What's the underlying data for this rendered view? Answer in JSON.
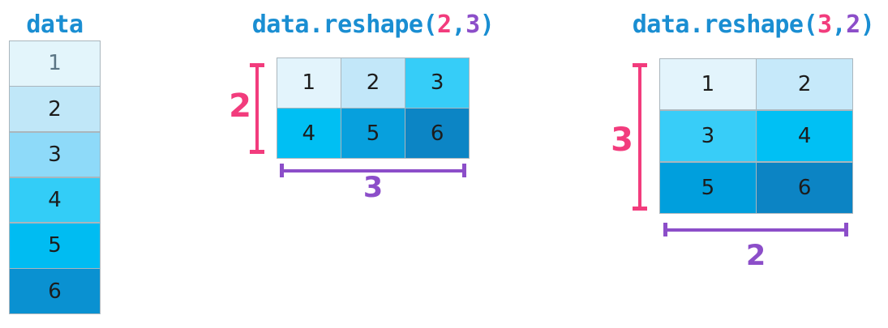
{
  "palette": {
    "title_blue": "#1a8ed2",
    "pink": "#f23c7d",
    "purple": "#8c4ec9",
    "grid_border": "#aab6bd",
    "number_dark": "#1c1c1c",
    "number_muted": "#5b7584",
    "background": "#ffffff"
  },
  "data_array": {
    "title": "data",
    "cells": [
      {
        "value": "1",
        "bg": "#e3f5fb",
        "fg": "#5b7584"
      },
      {
        "value": "2",
        "bg": "#c0e7f8",
        "fg": "#1c1c1c"
      },
      {
        "value": "3",
        "bg": "#8edaf9",
        "fg": "#1c1c1c"
      },
      {
        "value": "4",
        "bg": "#33cdf7",
        "fg": "#1c1c1c"
      },
      {
        "value": "5",
        "bg": "#00bcf2",
        "fg": "#1c1c1c"
      },
      {
        "value": "6",
        "bg": "#0a91d1",
        "fg": "#1c1c1c"
      }
    ]
  },
  "reshape_2x3": {
    "title_parts": [
      {
        "text": "data.reshape(",
        "color": "#1a8ed2"
      },
      {
        "text": "2",
        "color": "#f23c7d"
      },
      {
        "text": ",",
        "color": "#1a8ed2"
      },
      {
        "text": "3",
        "color": "#8c4ec9"
      },
      {
        "text": ")",
        "color": "#1a8ed2"
      }
    ],
    "cells": [
      {
        "value": "1",
        "bg": "#e3f4fc",
        "fg": "#1c1c1c"
      },
      {
        "value": "2",
        "bg": "#c2e7f9",
        "fg": "#1c1c1c"
      },
      {
        "value": "3",
        "bg": "#36cdf8",
        "fg": "#1c1c1c"
      },
      {
        "value": "4",
        "bg": "#00bff3",
        "fg": "#1c1c1c"
      },
      {
        "value": "5",
        "bg": "#07a0dd",
        "fg": "#1c1c1c"
      },
      {
        "value": "6",
        "bg": "#0c85c5",
        "fg": "#1c1c1c"
      }
    ],
    "row_count": "2",
    "col_count": "3"
  },
  "reshape_3x2": {
    "title_parts": [
      {
        "text": "data.reshape(",
        "color": "#1a8ed2"
      },
      {
        "text": "3",
        "color": "#f23c7d"
      },
      {
        "text": ",",
        "color": "#1a8ed2"
      },
      {
        "text": "2",
        "color": "#8c4ec9"
      },
      {
        "text": ")",
        "color": "#1a8ed2"
      }
    ],
    "cells": [
      {
        "value": "1",
        "bg": "#e3f4fc",
        "fg": "#1c1c1c"
      },
      {
        "value": "2",
        "bg": "#c6e9fa",
        "fg": "#1c1c1c"
      },
      {
        "value": "3",
        "bg": "#38cdf8",
        "fg": "#1c1c1c"
      },
      {
        "value": "4",
        "bg": "#00c0f4",
        "fg": "#1c1c1c"
      },
      {
        "value": "5",
        "bg": "#009fdd",
        "fg": "#1c1c1c"
      },
      {
        "value": "6",
        "bg": "#0c84c4",
        "fg": "#1c1c1c"
      }
    ],
    "row_count": "3",
    "col_count": "2"
  }
}
